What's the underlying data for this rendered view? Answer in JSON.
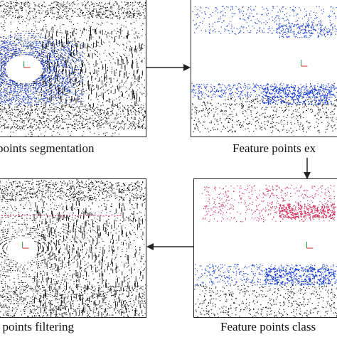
{
  "captions": {
    "segmentation": "points segmentation",
    "extraction": "Feature points ex",
    "filtering": "re points filtering",
    "classification": "Feature points class"
  },
  "colors": {
    "ground_points": "#1a3fd1",
    "feature_points": "#111111",
    "classified_points": "#d0355f",
    "frame": "#222222",
    "arrow": "#222222"
  }
}
